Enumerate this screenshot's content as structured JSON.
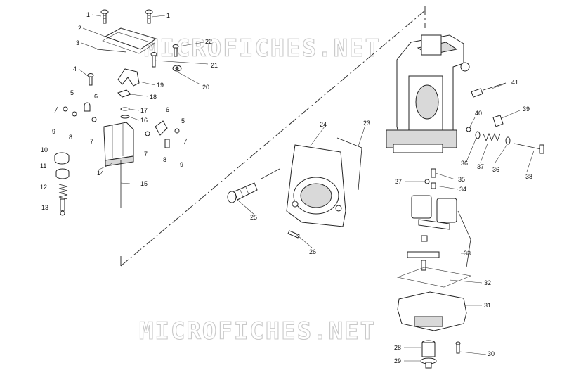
{
  "watermark": "MICROFICHES.NET",
  "callouts": [
    {
      "id": "c1a",
      "label": "1"
    },
    {
      "id": "c1b",
      "label": "1"
    },
    {
      "id": "c2",
      "label": "2"
    },
    {
      "id": "c3",
      "label": "3"
    },
    {
      "id": "c4",
      "label": "4"
    },
    {
      "id": "c5a",
      "label": "5"
    },
    {
      "id": "c5b",
      "label": "5"
    },
    {
      "id": "c6a",
      "label": "6"
    },
    {
      "id": "c6b",
      "label": "6"
    },
    {
      "id": "c7a",
      "label": "7"
    },
    {
      "id": "c7b",
      "label": "7"
    },
    {
      "id": "c8a",
      "label": "8"
    },
    {
      "id": "c8b",
      "label": "8"
    },
    {
      "id": "c9a",
      "label": "9"
    },
    {
      "id": "c9b",
      "label": "9"
    },
    {
      "id": "c10",
      "label": "10"
    },
    {
      "id": "c11",
      "label": "11"
    },
    {
      "id": "c12",
      "label": "12"
    },
    {
      "id": "c13",
      "label": "13"
    },
    {
      "id": "c14",
      "label": "14"
    },
    {
      "id": "c15",
      "label": "15"
    },
    {
      "id": "c16",
      "label": "16"
    },
    {
      "id": "c17",
      "label": "17"
    },
    {
      "id": "c18",
      "label": "18"
    },
    {
      "id": "c19",
      "label": "19"
    },
    {
      "id": "c20",
      "label": "20"
    },
    {
      "id": "c21",
      "label": "21"
    },
    {
      "id": "c22",
      "label": "22"
    },
    {
      "id": "c23",
      "label": "23"
    },
    {
      "id": "c24",
      "label": "24"
    },
    {
      "id": "c25",
      "label": "25"
    },
    {
      "id": "c26",
      "label": "26"
    },
    {
      "id": "c27",
      "label": "27"
    },
    {
      "id": "c28",
      "label": "28"
    },
    {
      "id": "c29",
      "label": "29"
    },
    {
      "id": "c30",
      "label": "30"
    },
    {
      "id": "c31",
      "label": "31"
    },
    {
      "id": "c32",
      "label": "32"
    },
    {
      "id": "c33",
      "label": "33"
    },
    {
      "id": "c34",
      "label": "34"
    },
    {
      "id": "c35",
      "label": "35"
    },
    {
      "id": "c36a",
      "label": "36"
    },
    {
      "id": "c36b",
      "label": "36"
    },
    {
      "id": "c37",
      "label": "37"
    },
    {
      "id": "c38",
      "label": "38"
    },
    {
      "id": "c39",
      "label": "39"
    },
    {
      "id": "c40",
      "label": "40"
    },
    {
      "id": "c41",
      "label": "41"
    }
  ]
}
